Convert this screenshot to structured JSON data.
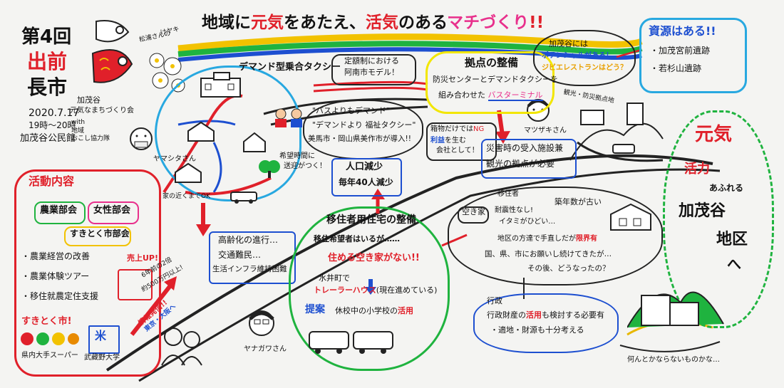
{
  "title": {
    "p1": "地域に",
    "p2": "元気",
    "p3": "をあたえ、",
    "p4": "活気",
    "p5": "のある",
    "p6": "マチづくり",
    "p7": "!!"
  },
  "event": {
    "no": "第4回",
    "name1": "出前",
    "name2": "長市",
    "date": "2020.7.17",
    "time": "19時～20時",
    "place": "加茂谷公民館",
    "org1": "加茂谷",
    "org2": "元気なまちづくり会",
    "org3": "with",
    "org4": "地域",
    "org5": "おこし協力隊",
    "tree_caption": "松浦さんの",
    "tree_caption2": "けヤキ"
  },
  "people": {
    "yamashita": "ヤマシタさん",
    "matsuzaki": "マツザキさん",
    "yanagawa": "ヤナガワさん"
  },
  "demand": {
    "title": "デマンド型乗合タクシー",
    "model1": "定額制における",
    "model2": "阿南市モデル！",
    "bus1": "\"バスよりもデマンド\"",
    "bus2": "\"デマンドより 福祉タクシー\"",
    "bus3": "美馬市・岡山県美作市が導入!!",
    "house_near": "家の近くまでOK",
    "time_ok": "希望時間に",
    "time_ok2": "送迎がつく！"
  },
  "hub": {
    "title": "拠点の整備",
    "line1": "防災センターとデマンドタクシーを",
    "line2": "組み合わせた",
    "line3": "バスターミナル"
  },
  "boxes": {
    "hako1": "箱物だけでは",
    "hako_ng": "NG",
    "hako2": "利益",
    "hako3": "を生む",
    "hako4": "会社として！"
  },
  "potential": {
    "l1": "加茂谷には",
    "l2": "ポテンシャルがある！",
    "l3": "ジビエレストランはどう？"
  },
  "resources": {
    "title": "資源はある!!",
    "item1": "・加茂宮前遺跡",
    "item2": "・若杉山遺跡",
    "kanko": "観光・防災拠点地"
  },
  "disaster": {
    "l1": "災害時の受入施設兼",
    "l2": "観光の拠点が必要"
  },
  "population": {
    "l1": "人口減少",
    "l2": "毎年40人減少"
  },
  "aging": {
    "l1": "高齢化の進行…",
    "l2": "交通難民…",
    "l3": "生活インフラ維持困難"
  },
  "activities": {
    "title": "活動内容",
    "club1": "農業部会",
    "club2": "女性部会",
    "club3": "すきとく市部会",
    "item1": "・農業経営の改善",
    "item2": "・農業体験ツアー",
    "item3": "・移住就農定住支援",
    "brand": "すきとく市!",
    "super": "県内大手スーパー",
    "sales_up": "売上UP!",
    "sales2": "6年前の2倍",
    "sales3": "約500万円以上!",
    "info1": "情報発信!!",
    "info2": "東京・大阪へ",
    "school1": "武藏野大学",
    "rice": "米"
  },
  "housing": {
    "title": "移住者用住宅の整備",
    "l1": "移住希望者はいるが……",
    "l2": "住める空き家がない!!",
    "l3": "水井町で",
    "l4": "トレーラーハウス",
    "l5": "(現在進めている)",
    "propose": "提案",
    "l6": "休校中の小学校の",
    "l7": "活用"
  },
  "vacant": {
    "akiya": "空き家",
    "iju": "移住者",
    "taikan": "耐震性",
    "nai": "なし!",
    "tai": "イタミがひどい…",
    "old": "築年数が古い",
    "l1": "地区の方達で手直しだが",
    "limit": "限界有",
    "l2": "国、県、市にお願いし続けてきたが…",
    "l3": "その後、どうなったの？"
  },
  "admin": {
    "head": "行政",
    "l1": "行政財産の",
    "l1b": "活用",
    "l1c": "も検討する必要有",
    "l2": "・適地・財源も十分考える",
    "bottom": "何んとかならないものかな…"
  },
  "goal": {
    "w1": "元気",
    "w2": "活力",
    "w3": "あふれる",
    "w4": "加茂谷",
    "w5": "地区",
    "w6": "へ"
  }
}
